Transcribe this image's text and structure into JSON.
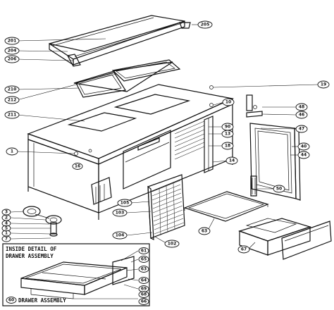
{
  "callouts": {
    "c201": "201",
    "c205": "205",
    "c204": "204",
    "c206": "206",
    "c210": "210",
    "c212": "212",
    "c211": "211",
    "c1": "1",
    "c10": "10",
    "c48": "48",
    "c46": "46",
    "c47": "47",
    "c90": "90",
    "c13": "13",
    "c18": "18",
    "c40": "40",
    "c44": "44",
    "c14": "14",
    "c50": "50",
    "c105": "105",
    "c103": "103",
    "c104": "104",
    "c102": "102",
    "c63": "63",
    "c67": "67",
    "c3": "3",
    "c2": "2",
    "c4": "4",
    "c5": "5",
    "c1b": "1",
    "c7": "7",
    "c61": "61",
    "c65": "65",
    "c63b": "63",
    "c64": "64",
    "c69": "69",
    "c68": "68",
    "c66": "66",
    "c16": "16",
    "c19": "19"
  },
  "inset": {
    "title_line1": "INSIDE DETAIL OF",
    "title_line2": "DRAWER ASSEMBLY",
    "assembly_number": "60",
    "assembly_label": "DRAWER ASSEMBLY"
  }
}
